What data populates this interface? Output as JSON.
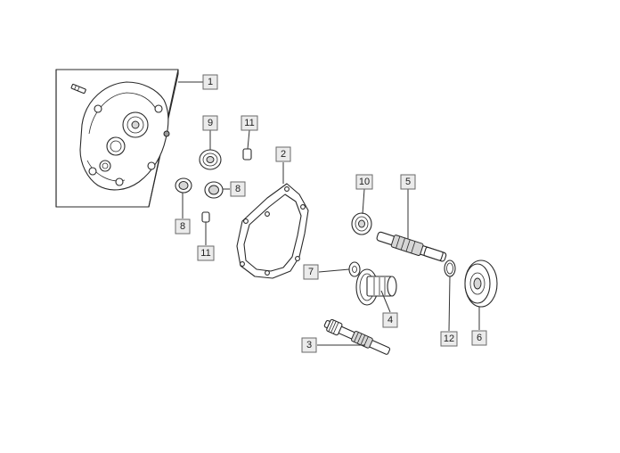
{
  "diagram": {
    "callouts": [
      {
        "id": "c1",
        "label": "1"
      },
      {
        "id": "c2",
        "label": "2"
      },
      {
        "id": "c3",
        "label": "3"
      },
      {
        "id": "c4",
        "label": "4"
      },
      {
        "id": "c5",
        "label": "5"
      },
      {
        "id": "c6",
        "label": "6"
      },
      {
        "id": "c7",
        "label": "7"
      },
      {
        "id": "c8a",
        "label": "8"
      },
      {
        "id": "c8b",
        "label": "8"
      },
      {
        "id": "c9",
        "label": "9"
      },
      {
        "id": "c10",
        "label": "10"
      },
      {
        "id": "c11a",
        "label": "11"
      },
      {
        "id": "c11b",
        "label": "11"
      },
      {
        "id": "c12",
        "label": "12"
      }
    ],
    "colors": {
      "line": "#2a2a2a",
      "callout_fill": "#ebebeb",
      "callout_border": "#6a6a6a",
      "background": "#ffffff"
    }
  }
}
